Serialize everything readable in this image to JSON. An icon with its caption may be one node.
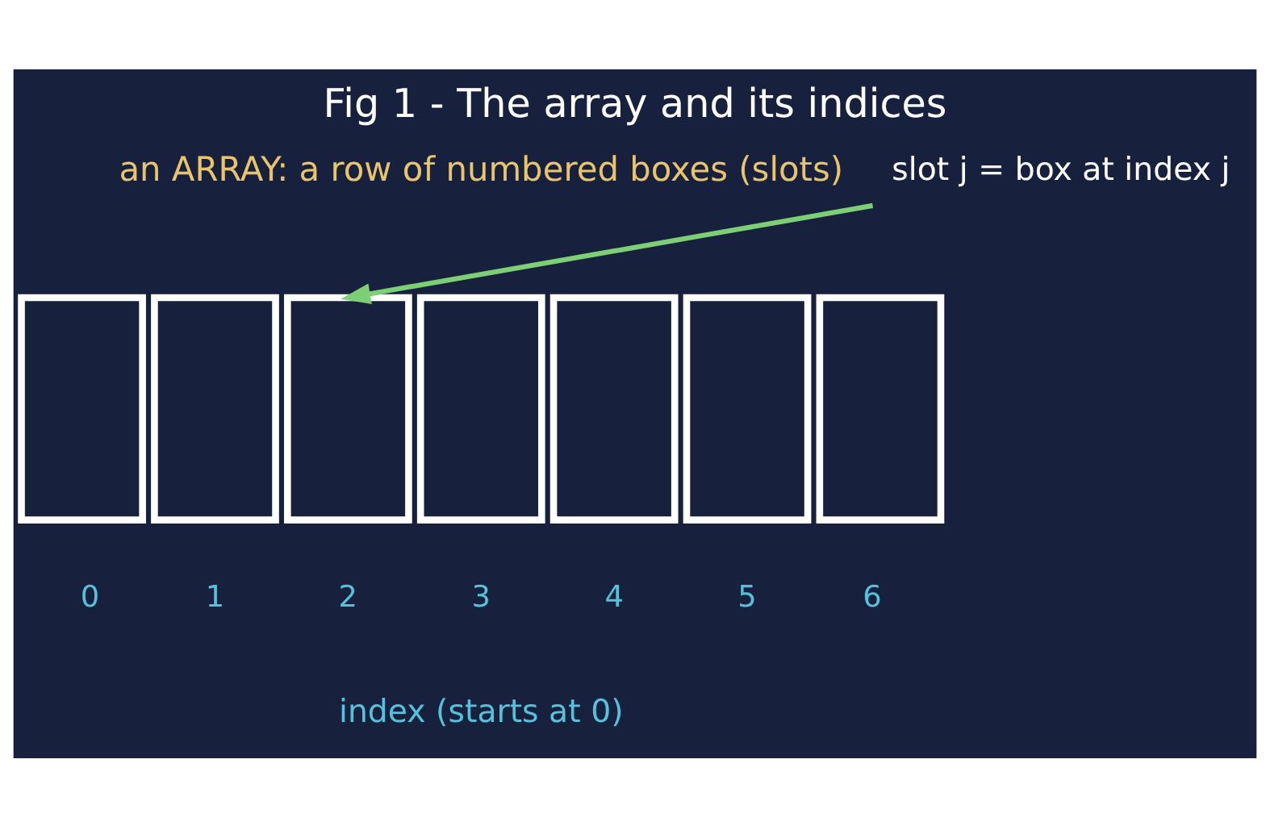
{
  "diagram": {
    "title": "Fig 1 - The array and its indices",
    "nodes": [
      {
        "text": [],
        "shape": "box",
        "beside": [
          "0"
        ]
      },
      {
        "text": [],
        "shape": "box",
        "beside": [
          "1"
        ]
      },
      {
        "text": [],
        "shape": "box",
        "beside": [
          "2"
        ]
      },
      {
        "text": [],
        "shape": "box",
        "beside": [
          "3"
        ]
      },
      {
        "text": [],
        "shape": "box",
        "beside": [
          "4"
        ]
      },
      {
        "text": [],
        "shape": "box",
        "beside": [
          "5"
        ]
      },
      {
        "text": [],
        "shape": "box",
        "beside": [
          "6"
        ]
      },
      {
        "text": [
          "slot j = box at index j"
        ]
      }
    ],
    "edges": [
      {
        "from": 7,
        "to": 2,
        "arrow": "to"
      }
    ],
    "labels": [
      "an ARRAY: a row of numbered boxes (slots)",
      "index (starts at 0)"
    ]
  }
}
